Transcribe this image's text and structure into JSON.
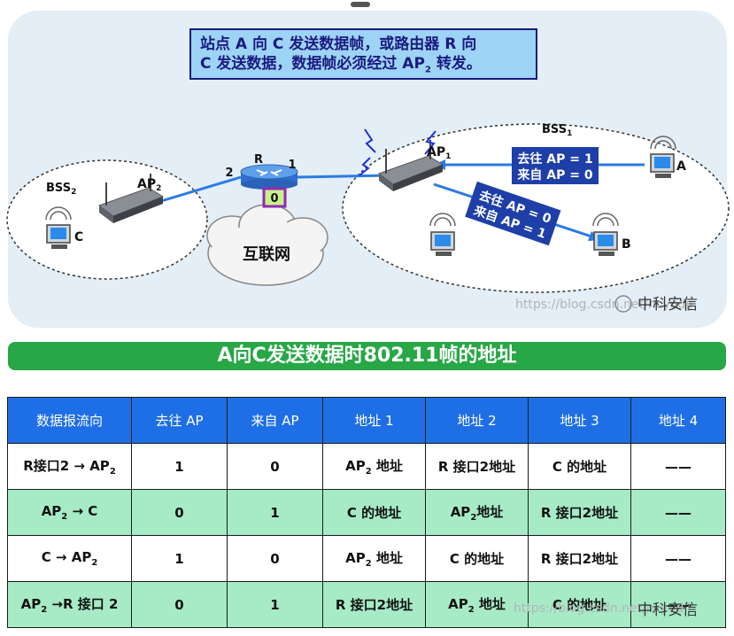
{
  "callout": {
    "line1": "站点 A 向 C 发送数据帧，或路由器 R 向",
    "line2_before": "C 发送数据，数据帧必须经过 AP",
    "line2_sub": "2",
    "line2_after": " 转发。"
  },
  "diagram": {
    "bss1": "BSS",
    "bss1_sub": "1",
    "bss2": "BSS",
    "bss2_sub": "2",
    "ap1": "AP",
    "ap1_sub": "1",
    "ap2": "AP",
    "ap2_sub": "2",
    "router": "R",
    "port_left": "2",
    "port_right": "1",
    "port_bottom": "0",
    "internet": "互联网",
    "station_a": "A",
    "station_b": "B",
    "station_c": "C",
    "label_a_line1": "去往 AP = 1",
    "label_a_line2": "来自 AP = 0",
    "label_b_line1": "去往 AP = 0",
    "label_b_line2": "来自 AP = 1"
  },
  "watermark": {
    "url": "https://blog.csdn.net/ncyudji",
    "brand": "中科安信"
  },
  "section_title": "A向C发送数据时802.11帧的地址",
  "table": {
    "headers": [
      "数据报流向",
      "去往 AP",
      "来自 AP",
      "地址 1",
      "地址 2",
      "地址 3",
      "地址 4"
    ],
    "rows": [
      {
        "flow": "R接口2 → AP",
        "flow_sub": "2",
        "flow_tail": "",
        "to_ap": "1",
        "from_ap": "0",
        "a1": "AP",
        "a1_sub": "2",
        "a1_tail": " 地址",
        "a2": "R 接口2地址",
        "a3": "C 的地址",
        "a4": "——"
      },
      {
        "flow": "AP",
        "flow_sub": "2",
        "flow_tail": " → C",
        "to_ap": "0",
        "from_ap": "1",
        "a1": "C 的地址",
        "a2": "AP",
        "a2_sub": "2",
        "a2_tail": "地址",
        "a3": "R 接口2地址",
        "a4": "——"
      },
      {
        "flow": "C → AP",
        "flow_sub": "2",
        "flow_tail": "",
        "to_ap": "1",
        "from_ap": "0",
        "a1": "AP",
        "a1_sub": "2",
        "a1_tail": " 地址",
        "a2": "C 的地址",
        "a3": "R 接口2地址",
        "a4": "——"
      },
      {
        "flow": "AP",
        "flow_sub": "2",
        "flow_tail": " →R 接口 2",
        "to_ap": "0",
        "from_ap": "1",
        "a1": "R 接口2地址",
        "a2": "AP",
        "a2_sub": "2",
        "a2_tail": " 地址",
        "a3": "C 的地址",
        "a4": "——"
      }
    ]
  }
}
